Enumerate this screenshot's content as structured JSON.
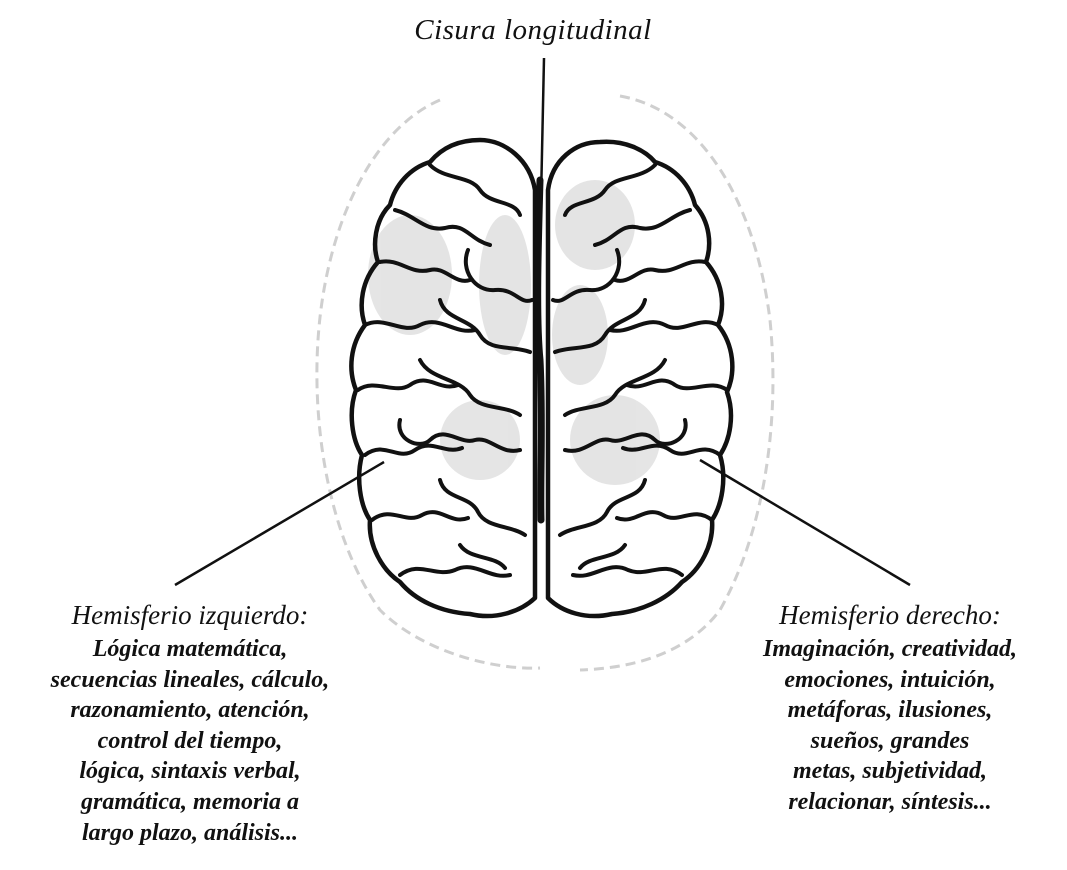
{
  "fissure_label": "Cisura longitudinal",
  "left_hemisphere": {
    "title": "Hemisferio izquierdo:",
    "lines": [
      "Lógica matemática,",
      "secuencias lineales, cálculo,",
      "razonamiento, atención,",
      "control del tiempo,",
      "lógica, sintaxis verbal,",
      "gramática, memoria a",
      "largo plazo, análisis..."
    ]
  },
  "right_hemisphere": {
    "title": "Hemisferio derecho:",
    "lines": [
      "Imaginación, creatividad,",
      "emociones, intuición,",
      "metáforas, ilusiones,",
      "sueños, grandes",
      "metas, subjetividad,",
      "relacionar, síntesis..."
    ]
  },
  "colors": {
    "ink": "#111111",
    "shading": "#d8d8d8",
    "halo": "#cfcfcf"
  }
}
